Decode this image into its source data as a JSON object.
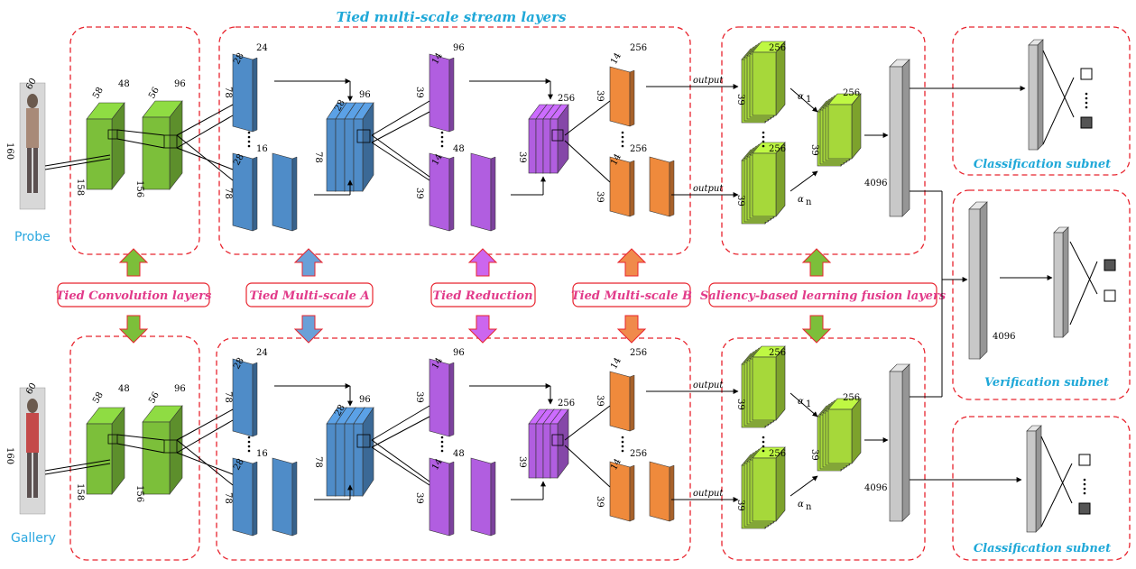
{
  "title": "Tied multi-scale stream layers",
  "side_labels": {
    "probe": "Probe",
    "gallery": "Gallery"
  },
  "image_size_label": "160",
  "image_width_label": "60",
  "tied_labels": {
    "conv": "Tied Convolution layers",
    "msa": "Tied Multi-scale A",
    "reduction": "Tied Reduction",
    "msb": "Tied Multi-scale B",
    "fusion": "Saliency-based learning fusion layers"
  },
  "subnets": {
    "classification_top": "Classification subnet",
    "verification": "Verification subnet",
    "classification_bottom": "Classification subnet"
  },
  "dims": {
    "conv1_depth": "48",
    "conv1_w": "58",
    "conv1_h": "158",
    "conv2_depth": "96",
    "conv2_w": "56",
    "conv2_h": "156",
    "msa_top_depth": "24",
    "msa_bot_depth": "16",
    "msa_w": "28",
    "msa_h": "78",
    "msa_concat_depth": "96",
    "red_top_depth": "96",
    "red_bot_depth": "48",
    "red_w": "14",
    "red_h": "39",
    "msb_concat_depth": "256",
    "msb_top_depth": "256",
    "msb_bot_depth": "256",
    "fusion_depth": "256",
    "fc": "4096",
    "output": "output",
    "alpha1": "α",
    "alpha1_sub": "1",
    "alphan": "α",
    "alphan_sub": "n"
  },
  "colors": {
    "dashed_border": "#e8242e",
    "title_cyan": "#1fa8d8",
    "pink_text": "#e23b8a",
    "green_layer": "#7cbf3a",
    "blue_layer": "#4f8cc8",
    "purple_layer": "#b15ee0",
    "orange_layer": "#ef8a3c",
    "lime_layer": "#a6d83a",
    "fc_gray": "#c8c8c8"
  },
  "icons": {
    "arrow_up_down": "block-arrow-icon",
    "output_square_white": "white-square-icon",
    "output_square_dark": "dark-square-icon"
  }
}
